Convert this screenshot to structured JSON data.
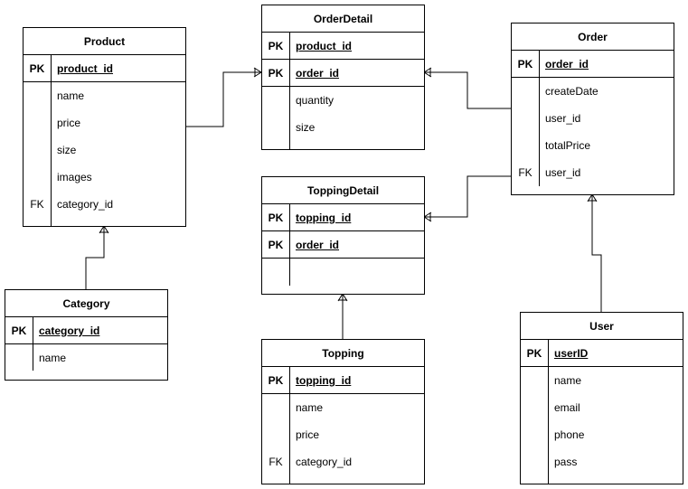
{
  "entities": {
    "product": {
      "title": "Product",
      "pk": [
        {
          "key": "PK",
          "field": "product_id"
        }
      ],
      "fields": [
        {
          "key": "",
          "field": "name"
        },
        {
          "key": "",
          "field": "price"
        },
        {
          "key": "",
          "field": "size"
        },
        {
          "key": "",
          "field": "images"
        },
        {
          "key": "FK",
          "field": "category_id"
        }
      ]
    },
    "category": {
      "title": "Category",
      "pk": [
        {
          "key": "PK",
          "field": "category_id"
        }
      ],
      "fields": [
        {
          "key": "",
          "field": "name"
        }
      ]
    },
    "order_detail": {
      "title": "OrderDetail",
      "pk": [
        {
          "key": "PK",
          "field": "product_id"
        },
        {
          "key": "PK",
          "field": "order_id"
        }
      ],
      "fields": [
        {
          "key": "",
          "field": "quantity"
        },
        {
          "key": "",
          "field": "size"
        }
      ]
    },
    "topping_detail": {
      "title": "ToppingDetail",
      "pk": [
        {
          "key": "PK",
          "field": "topping_id"
        },
        {
          "key": "PK",
          "field": "order_id"
        }
      ],
      "fields": []
    },
    "topping": {
      "title": "Topping",
      "pk": [
        {
          "key": "PK",
          "field": "topping_id"
        }
      ],
      "fields": [
        {
          "key": "",
          "field": "name"
        },
        {
          "key": "",
          "field": "price"
        },
        {
          "key": "FK",
          "field": "category_id"
        }
      ]
    },
    "order": {
      "title": "Order",
      "pk": [
        {
          "key": "PK",
          "field": "order_id"
        }
      ],
      "fields": [
        {
          "key": "",
          "field": "createDate"
        },
        {
          "key": "",
          "field": "user_id"
        },
        {
          "key": "",
          "field": "totalPrice"
        },
        {
          "key": "FK",
          "field": "user_id"
        }
      ]
    },
    "user": {
      "title": "User",
      "pk": [
        {
          "key": "PK",
          "field": "userID"
        }
      ],
      "fields": [
        {
          "key": "",
          "field": "name"
        },
        {
          "key": "",
          "field": "email"
        },
        {
          "key": "",
          "field": "phone"
        },
        {
          "key": "",
          "field": "pass"
        }
      ]
    }
  }
}
